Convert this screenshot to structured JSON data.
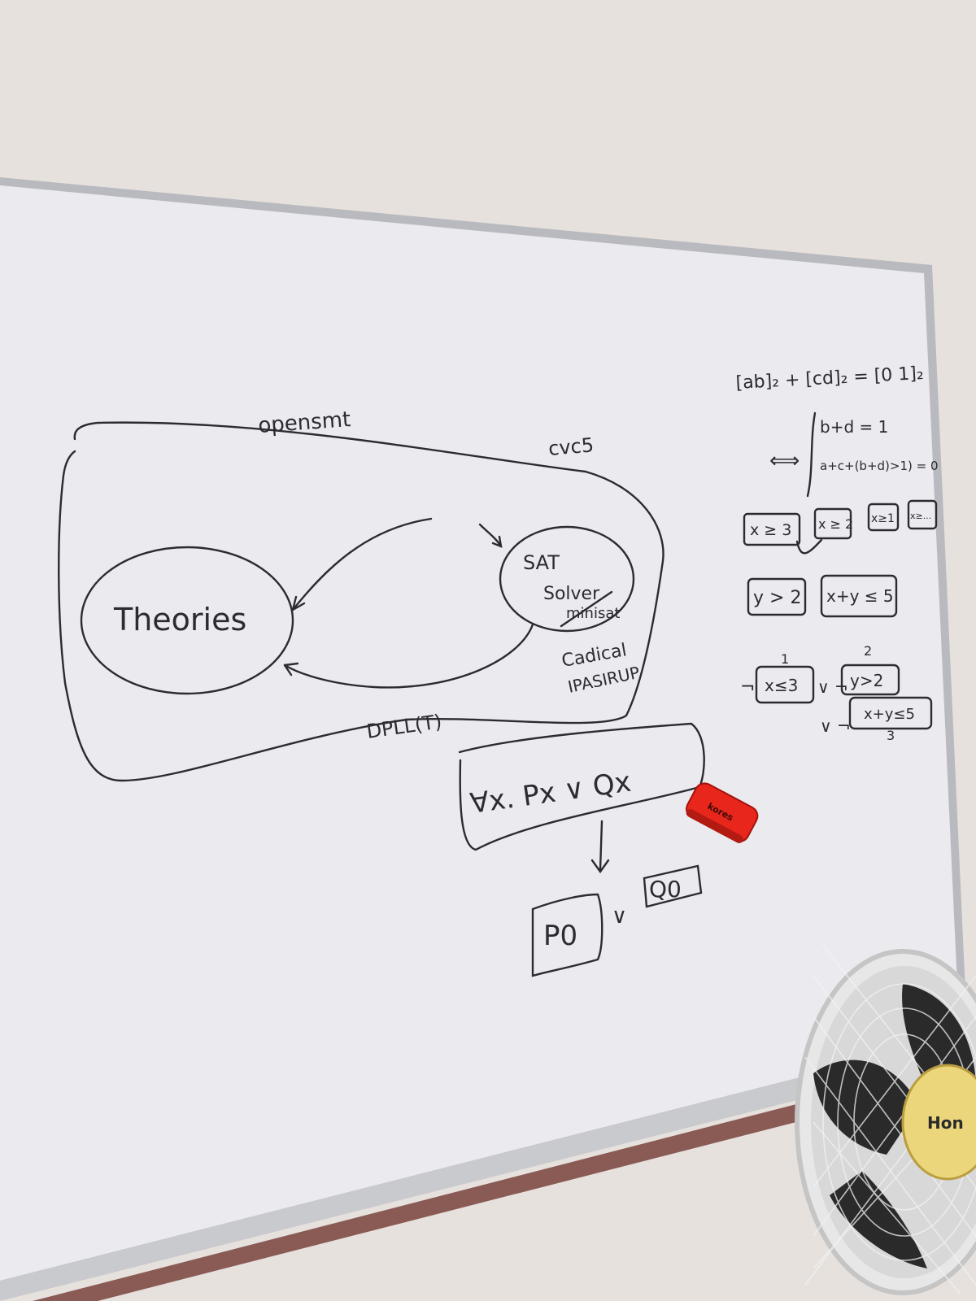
{
  "board": {
    "label_opensmt": "opensmt",
    "label_cvc5": "cvc5",
    "label_theories": "Theories",
    "sat_line1": "SAT",
    "sat_line2": "Solver",
    "sat_line3": "minisat",
    "label_cadical": "Cadical",
    "label_ipasirup": "IPASIRUP",
    "label_dpll": "DPLL(T)",
    "quant_formula": "∀x.  Px ∨ Qx",
    "inst_p": "P0",
    "inst_or": "∨",
    "inst_q": "Q0",
    "eq_head": "[ab]₂ + [cd]₂ = [0 1]₂",
    "eq_iff": "⟺",
    "eq_line1": "b+d = 1",
    "eq_line2": "a+c+(b+d)>1) = 0",
    "atoms_row1": [
      "x ≥ 3",
      "x ≥ 2",
      "x≥1",
      "x≥..."
    ],
    "atoms_row2": [
      "y > 2",
      "x+y ≤ 5"
    ],
    "clause_neg": "¬",
    "clause_or": "∨ ¬",
    "clause_atom1": "x≤3",
    "clause_atom2": "y>2",
    "clause_atom3": "x+y≤5",
    "idx1": "1",
    "idx2": "2",
    "idx3": "3"
  },
  "eraser": {
    "brand": "kores",
    "color": "#e8261c"
  },
  "fan": {
    "brand": "Hon"
  },
  "colors": {
    "wall": "#e4dfdb",
    "board": "#ecebef",
    "frame": "#b5b6bb",
    "marker": "#2c2c30",
    "trim": "#8a5a55"
  }
}
